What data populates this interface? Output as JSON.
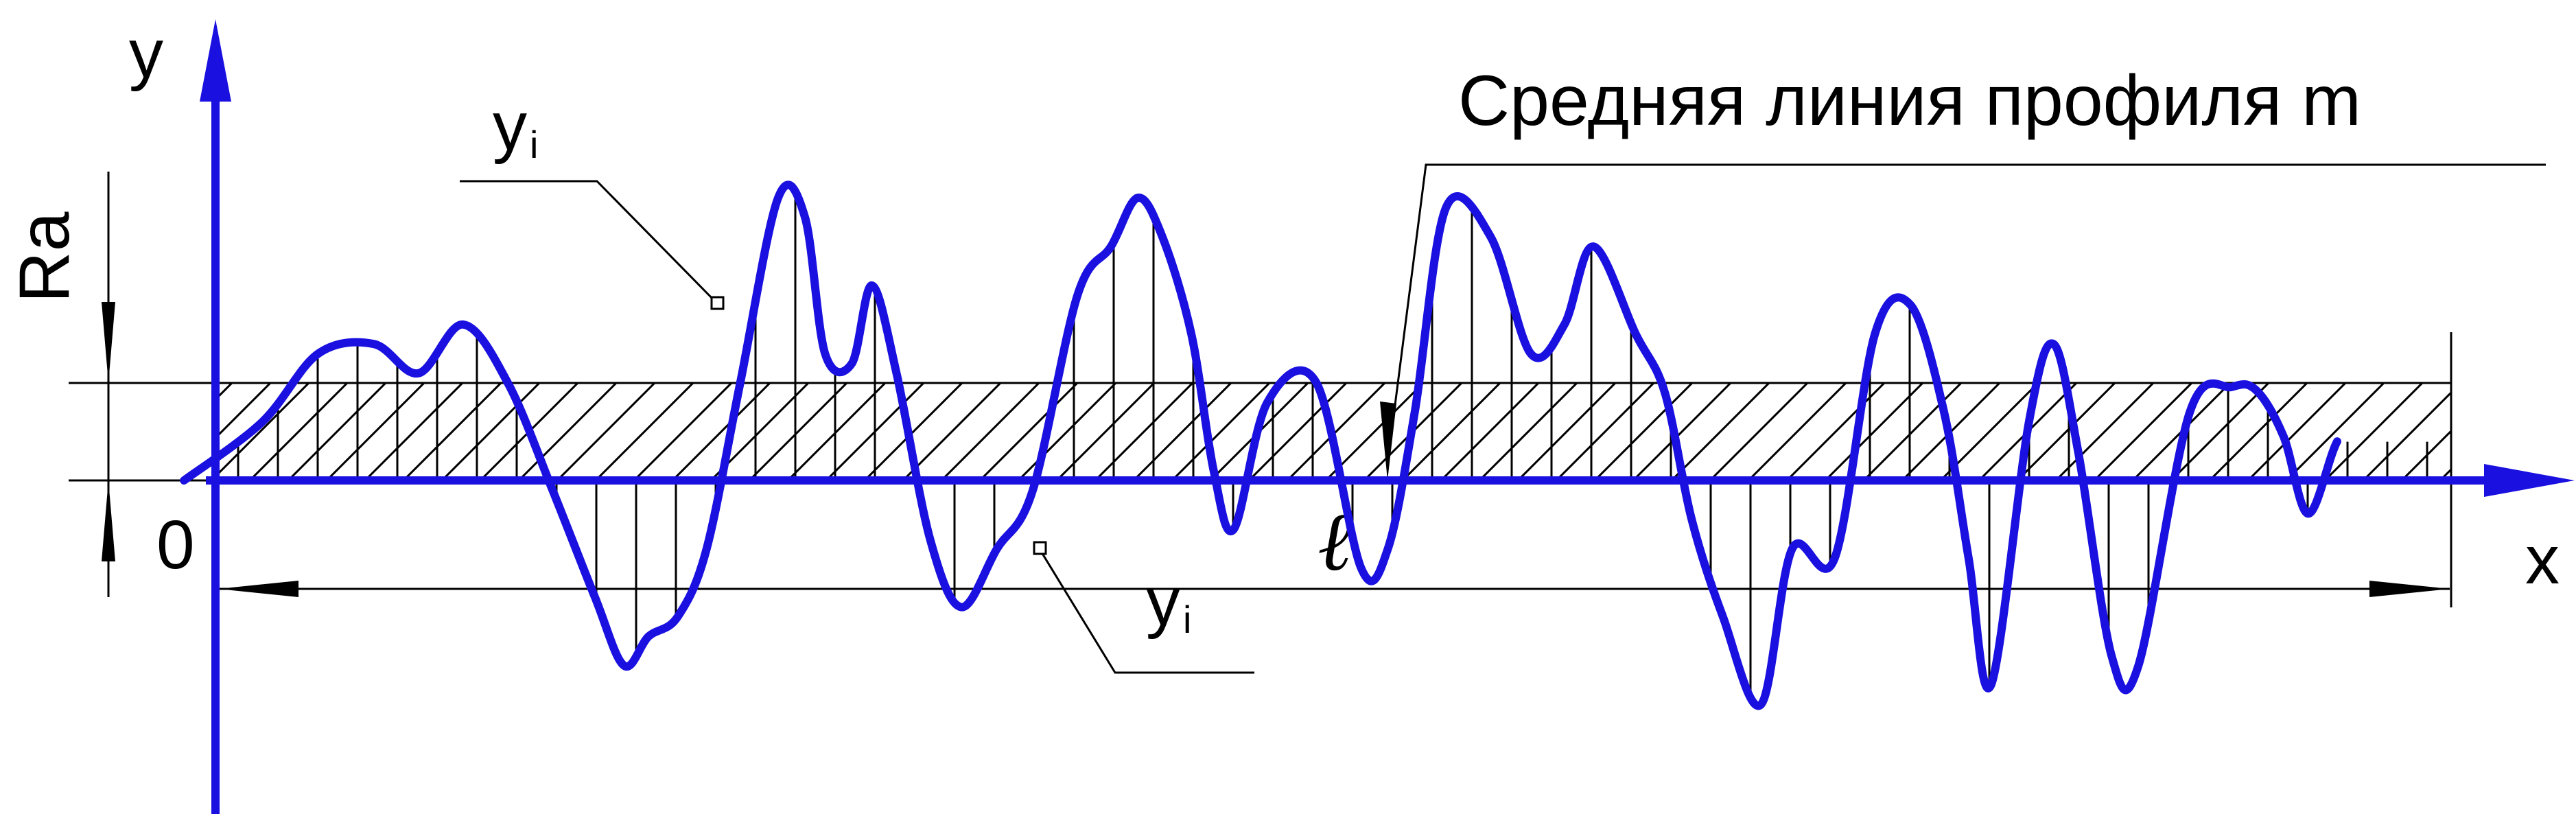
{
  "labels": {
    "y_axis": "y",
    "x_axis": "x",
    "origin": "0",
    "ra": "Ra",
    "mean_line": "Средняя линия профиля m",
    "yi_base": "y",
    "yi_sub": "i",
    "length": "ℓ"
  },
  "colors": {
    "profile": "#1a10e0",
    "axes": "#1a10e0",
    "ink": "#000000"
  },
  "chart_data": {
    "type": "line",
    "title": "",
    "xlabel": "x",
    "ylabel": "y",
    "mean_line_y": 0,
    "ra_band": [
      0,
      1
    ],
    "x_range": [
      0,
      100
    ],
    "profile_x": [
      -1.5,
      2,
      4.5,
      7,
      9,
      11,
      13,
      15,
      16.9,
      18.2,
      19.3,
      20.6,
      21.9,
      23.4,
      25.1,
      26.3,
      27.2,
      28.4,
      29.3,
      30.4,
      31.9,
      33.3,
      34.9,
      36.5,
      38.5,
      40,
      41.2,
      42.3,
      43.6,
      44.6,
      45.5,
      47,
      49.2,
      51.2,
      52.4,
      53.6,
      55,
      57,
      58.8,
      60.3,
      61.6,
      63.5,
      64.8,
      66,
      67.4,
      69.1,
      70.5,
      72.4,
      74.2,
      75.8,
      77.3,
      78.4,
      79.4,
      81.1,
      82.2,
      83.3,
      84.8,
      86,
      88.3,
      90.2,
      91.3,
      92.5,
      93.6,
      94.9,
      96,
      96.9,
      98.5,
      100,
      101.5,
      102.9
    ],
    "profile_y": [
      0,
      0.6,
      1.3,
      1.4,
      1.1,
      1.6,
      1.0,
      -0.1,
      -1.2,
      -1.9,
      -1.6,
      -1.4,
      -0.7,
      1.0,
      2.9,
      2.7,
      1.3,
      1.2,
      2.0,
      1.1,
      -0.6,
      -1.3,
      -0.7,
      -0.1,
      1.9,
      2.4,
      2.9,
      2.5,
      1.5,
      0.1,
      -0.5,
      0.8,
      1.0,
      -0.9,
      -0.7,
      0.7,
      2.8,
      2.5,
      1.3,
      1.6,
      2.4,
      1.5,
      0.9,
      -0.4,
      -1.4,
      -2.3,
      -0.7,
      -0.8,
      1.5,
      1.8,
      0.7,
      -0.8,
      -2.1,
      0.6,
      1.4,
      0.3,
      -1.8,
      -1.9,
      0.7,
      0.96,
      0.92,
      0.45,
      -0.34,
      0.4,
      0.64
    ]
  }
}
